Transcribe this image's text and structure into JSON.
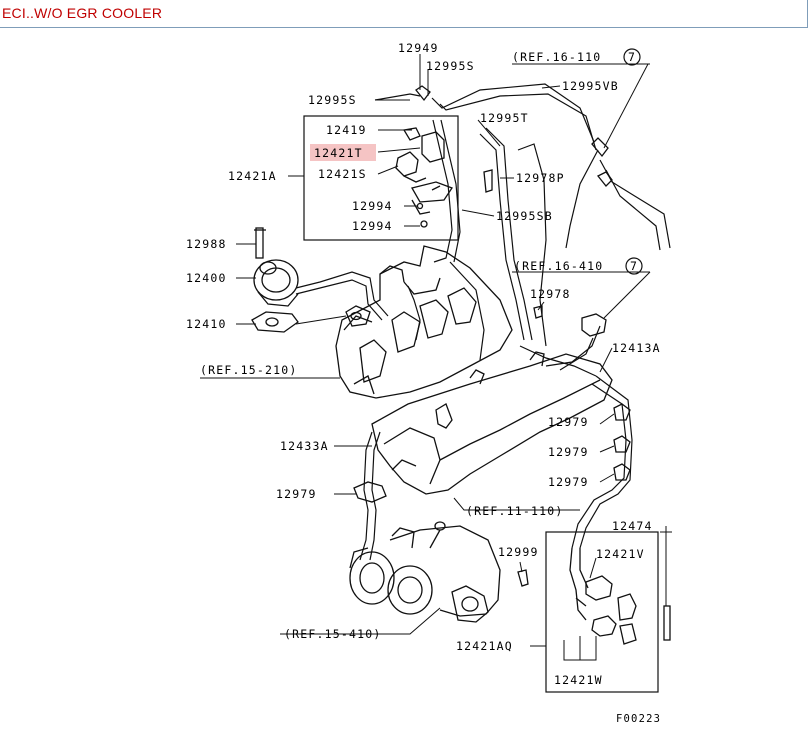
{
  "window": {
    "title": "ECI..W/O EGR COOLER"
  },
  "highlight_color": "#f5c4c4",
  "title_color": "#c00000",
  "labels": {
    "p12949": "12949",
    "p12995S_top": "12995S",
    "ref_16_110": "(REF.16-110",
    "ref_16_110_num": "7",
    "p12995S_left": "12995S",
    "p12995VB": "12995VB",
    "p12995T": "12995T",
    "p12419": "12419",
    "p12421T": "12421T",
    "p12421A": "12421A",
    "p12421S": "12421S",
    "p12978P": "12978P",
    "p12994_a": "12994",
    "p12994_b": "12994",
    "p12995SB": "12995SB",
    "p12988": "12988",
    "ref_16_410": "(REF.16-410",
    "ref_16_410_num": "7",
    "p12400": "12400",
    "p12978": "12978",
    "p12410": "12410",
    "p12413A": "12413A",
    "ref_15_210": "(REF.15-210)",
    "p12979_a": "12979",
    "p12979_b": "12979",
    "p12979_c": "12979",
    "p12433A": "12433A",
    "p12979_left": "12979",
    "ref_11_110": "(REF.11-110)",
    "p12474": "12474",
    "p12999": "12999",
    "p12421V": "12421V",
    "ref_15_410": "(REF.15-410)",
    "p12421AQ": "12421AQ",
    "p12421W": "12421W",
    "fig_code": "F00223"
  }
}
